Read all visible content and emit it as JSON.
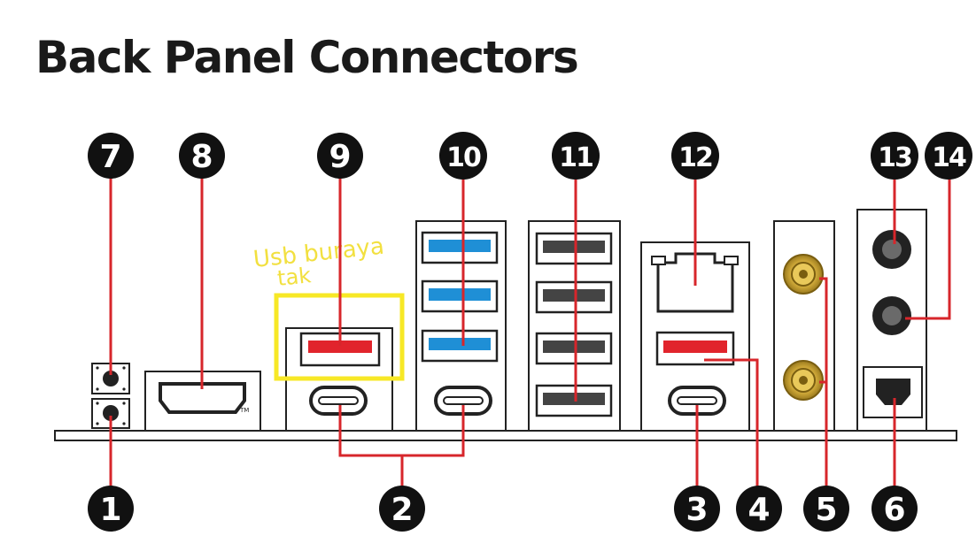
{
  "title": "Back Panel Connectors",
  "handwritten_note": {
    "line1": "Usb buraya",
    "line2": "tak",
    "color": "#f2e040"
  },
  "highlight_color": "#f7e826",
  "leader_color": "#d7262b",
  "usb_blue": "#1f8fd6",
  "usb_red": "#e1242c",
  "callouts": [
    "1",
    "2",
    "3",
    "4",
    "5",
    "6",
    "7",
    "8",
    "9",
    "10",
    "11",
    "12",
    "13",
    "14"
  ]
}
